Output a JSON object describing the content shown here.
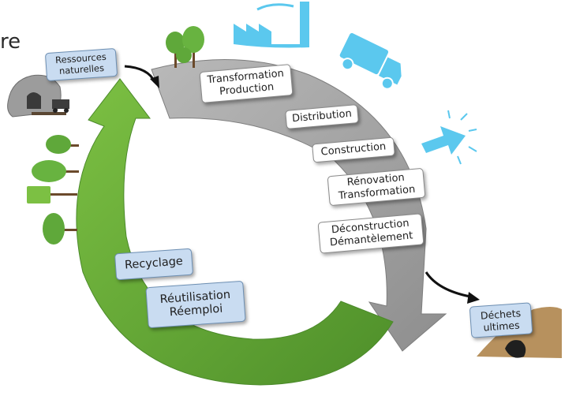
{
  "fragment": "re",
  "stages": {
    "ressources": "Ressources\nnaturelles",
    "transformation": "Transformation\nProduction",
    "distribution": "Distribution",
    "construction": "Construction",
    "renovation": "Rénovation\nTransformation",
    "deconstruction": "Déconstruction\nDémantèlement",
    "dechets": "Déchets\nultimes",
    "recyclage": "Recyclage",
    "reutilisation": "Réutilisation\nRéemploi"
  },
  "colors": {
    "grey_arrow": "#a9a9a9",
    "green_arrow": "#6fb23a",
    "label_blue": "#c9dcf1",
    "icon_blue": "#5bc8ee",
    "tree_green": "#5fa83a"
  }
}
